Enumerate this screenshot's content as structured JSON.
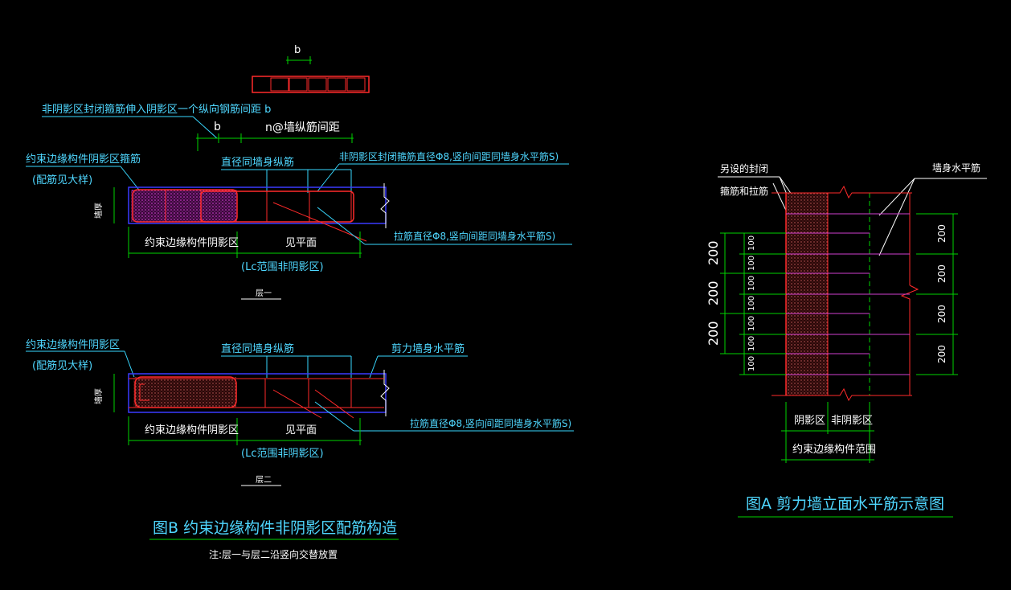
{
  "colors": {
    "background": "#000000",
    "red": "#ff2a2a",
    "cyan": "#38d8ff",
    "blue": "#3a3aff",
    "green": "#00d400",
    "magenta": "#d040d0",
    "white": "#ffffff"
  },
  "figure_b": {
    "top_b": "b",
    "label_nonshadow_closed_into_shadow": "非阴影区封闭箍筋伸入阴影区一个纵向钢筋间距 b",
    "dim_b": "b",
    "dim_n_spacing": "n@墙纵筋间距",
    "layer1": {
      "left_label_line1": "约束边缘构件阴影区箍筋",
      "left_label_line2": "(配筋见大样)",
      "label_diameter_same": "直径同墙身纵筋",
      "label_closed_hoop": "非阴影区封闭箍筋直径Φ8,竖向间距同墙身水平筋S)",
      "wall_thickness": "墙厚",
      "label_tie": "拉筋直径Φ8,竖向间距同墙身水平筋S)",
      "dim_shadow": "约束边缘构件阴影区",
      "dim_see_plan": "见平面",
      "dim_lc": "(Lc范围非阴影区)",
      "layer_caption": "层一"
    },
    "layer2": {
      "left_label_line1": "约束边缘构件阴影区",
      "left_label_line2": "(配筋见大样)",
      "label_diameter_same": "直径同墙身纵筋",
      "label_horizontal": "剪力墙身水平筋",
      "wall_thickness": "墙厚",
      "label_tie": "拉筋直径Φ8,竖向间距同墙身水平筋S)",
      "dim_shadow": "约束边缘构件阴影区",
      "dim_see_plan": "见平面",
      "dim_lc": "(Lc范围非阴影区)",
      "layer_caption": "层二"
    },
    "title": "图B    约束边缘构件非阴影区配筋构造",
    "note": "注:层一与层二沿竖向交替放置"
  },
  "figure_a": {
    "label_closed_line1": "另设的封闭",
    "label_closed_line2": "箍筋和拉筋",
    "label_horizontal": "墙身水平筋",
    "left_dims_200": [
      "200",
      "200",
      "200"
    ],
    "left_dims_100": [
      "100",
      "100",
      "100",
      "100",
      "100",
      "100",
      "100"
    ],
    "right_dims_200": [
      "200",
      "200",
      "200",
      "200"
    ],
    "bottom_shadow": "阴影区",
    "bottom_nonshadow": "非阴影区",
    "bottom_range": "约束边缘构件范围",
    "title": "图A 剪力墙立面水平筋示意图"
  }
}
